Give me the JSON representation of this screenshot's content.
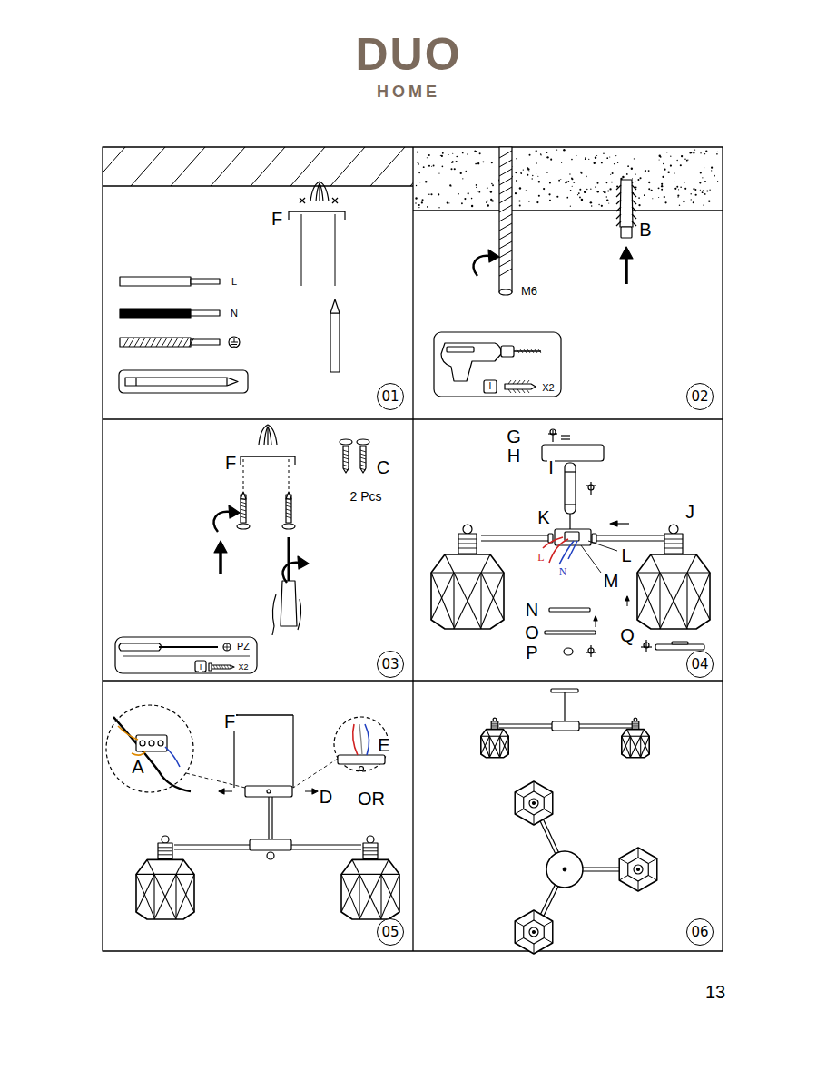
{
  "diagram": {
    "nodes": [
      {
        "text": [
          "01"
        ]
      },
      {
        "text": [
          "02"
        ]
      },
      {
        "text": [
          "03"
        ]
      },
      {
        "text": [
          "04"
        ]
      },
      {
        "text": [
          "05"
        ]
      },
      {
        "text": [
          "06"
        ]
      }
    ],
    "labels": [
      "DUO",
      "HOME",
      "F",
      "L",
      "N",
      "M6",
      "B",
      "I",
      "X2",
      "F",
      "C",
      "2 Pcs",
      "PZ",
      "I",
      "X2",
      "G",
      "H",
      "I",
      "J",
      "K",
      "L",
      "N",
      "L",
      "M",
      "N",
      "O",
      "P",
      "Q",
      "F",
      "A",
      "E",
      "D",
      "OR",
      "13"
    ]
  }
}
